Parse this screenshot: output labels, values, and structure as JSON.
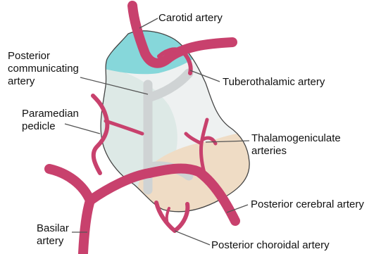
{
  "colors": {
    "artery": "#c8416d",
    "artery_dark": "#a83058",
    "thalamus_fill": "#eef1f1",
    "thalamus_outline": "#444444",
    "anterior_region": "#86d7da",
    "medial_region": "#dde9e6",
    "posterior_region": "#efdcc5",
    "vessel_gray": "#cfd3d4",
    "leader_line": "#555555"
  },
  "labels": {
    "carotid": "Carotid artery",
    "pcomm": [
      "Posterior",
      "communicating",
      "artery"
    ],
    "tuberothalamic": "Tuberothalamic artery",
    "paramedian": [
      "Paramedian",
      "pedicle"
    ],
    "thalamogeniculate": [
      "Thalamogeniculate",
      "arteries"
    ],
    "pca": "Posterior cerebral artery",
    "basilar": [
      "Basilar",
      "artery"
    ],
    "choroidal": "Posterior choroidal artery"
  }
}
